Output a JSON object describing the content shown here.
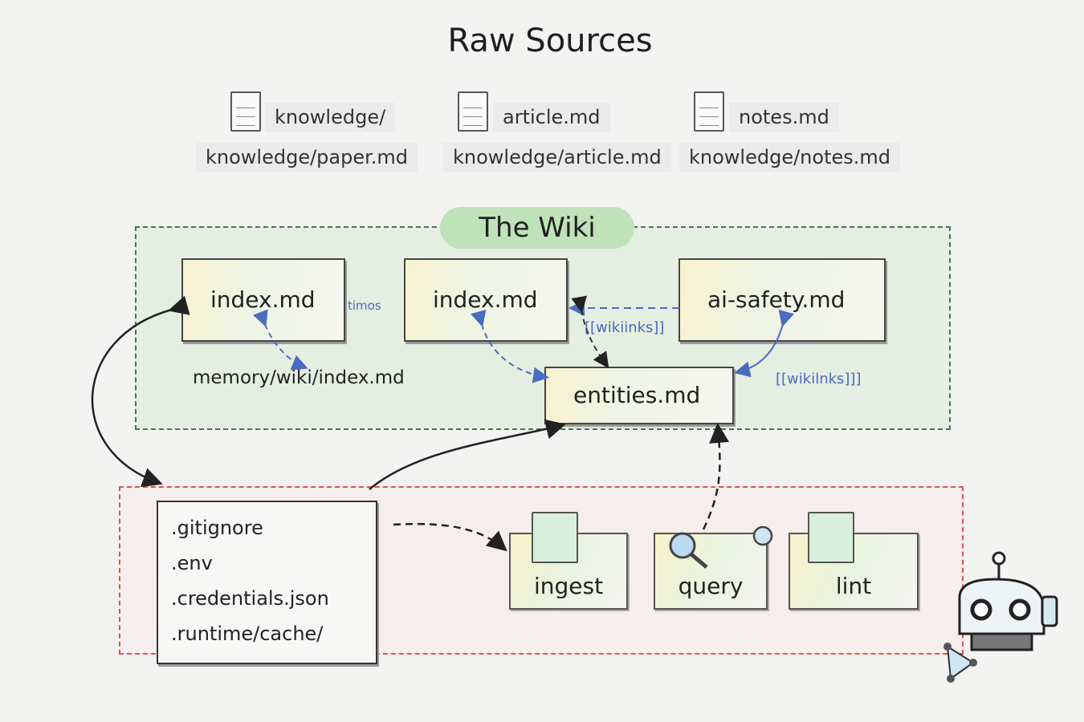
{
  "title": "Raw Sources",
  "sources": [
    {
      "name": "knowledge/",
      "path": "knowledge/paper.md"
    },
    {
      "name": "article.md",
      "path": "knowledge/article.md"
    },
    {
      "name": "notes.md",
      "path": "knowledge/notes.md"
    }
  ],
  "wiki": {
    "title": "The Wiki",
    "nodes": [
      "index.md",
      "index.md",
      "ai-safety.md",
      "entities.md"
    ],
    "path_label": "memory/wiki/index.md",
    "link_labels": [
      "timos",
      "[[wikiinks]]",
      "[[wikilnks]]]"
    ]
  },
  "files": [
    ".gitignore",
    ".env",
    ".credentials.json",
    ".runtime/cache/"
  ],
  "operations": [
    {
      "label": "ingest",
      "icon": "document-icon"
    },
    {
      "label": "query",
      "icon": "magnifier-icon"
    },
    {
      "label": "lint",
      "icon": "pencil-doc-icon"
    }
  ],
  "colors": {
    "wiki_border": "#3c7a52",
    "ops_border": "#d9534f",
    "link": "#4a6cc0"
  }
}
